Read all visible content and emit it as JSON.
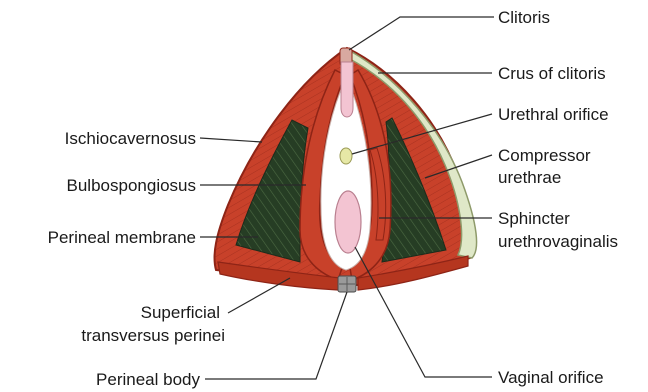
{
  "diagram": {
    "labels": {
      "clitoris": "Clitoris",
      "crus_of_clitoris": "Crus of clitoris",
      "urethral_orifice": "Urethral orifice",
      "compressor_1": "Compressor",
      "compressor_2": "urethrae",
      "sphincter_1": "Sphincter",
      "sphincter_2": "urethrovaginalis",
      "ischiocavernosus": "Ischiocavernosus",
      "bulbospongiosus": "Bulbospongiosus",
      "perineal_membrane": "Perineal membrane",
      "superficial_1": "Superficial",
      "superficial_2": "transversus perinei",
      "perineal_body": "Perineal body",
      "vaginal_orifice": "Vaginal orifice"
    },
    "colors": {
      "muscle": "#c8412a",
      "muscle_dark": "#8e2416",
      "muscle_light": "#e07a5f",
      "membrane_green": "#263d24",
      "membrane_line": "#4d6b43",
      "crus_green": "#dfe8c8",
      "orifice_pink": "#f3c4d2",
      "urethra_yellow": "#e6e8a6",
      "leader": "#2a2a2a"
    }
  }
}
